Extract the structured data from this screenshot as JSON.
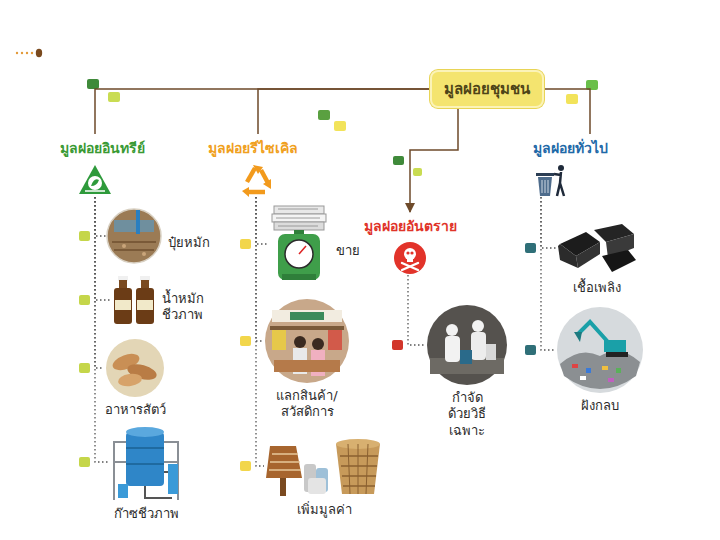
{
  "diagram": {
    "nodes": [
      {
        "text": [
          "มูลฝอยชุมชน"
        ]
      },
      {
        "text": [
          "มูลฝอยอินทรีย์"
        ]
      },
      {
        "text": [
          "มูลฝอยรีไซเคิล"
        ]
      },
      {
        "text": [
          "มูลฝอยอันตราย"
        ]
      },
      {
        "text": [
          "มูลฝอยทั่วไป"
        ]
      },
      {
        "text": [
          "ปุ๋ยหมัก"
        ]
      },
      {
        "text": [
          "น้ำหมัก ชีวภาพ"
        ]
      },
      {
        "text": [
          "อาหารสัตว์"
        ]
      },
      {
        "text": [
          "ก๊าซชีวภาพ"
        ]
      },
      {
        "text": [
          "ขาย"
        ]
      },
      {
        "text": [
          "แลกสินค้า/ สวัสดิการ"
        ]
      },
      {
        "text": [
          "เพิ่มมูลค่า"
        ]
      },
      {
        "text": [
          "กำจัด ด้วยวิธี เฉพาะ"
        ]
      },
      {
        "text": [
          "เชื้อเพลิง"
        ]
      },
      {
        "text": [
          "ฝังกลบ"
        ]
      }
    ],
    "edges": [
      {
        "from": 0,
        "to": 1,
        "arrow": "none"
      },
      {
        "from": 0,
        "to": 2,
        "arrow": "none"
      },
      {
        "from": 0,
        "to": 3,
        "arrow": "to"
      },
      {
        "from": 0,
        "to": 4,
        "arrow": "none"
      },
      {
        "from": 1,
        "to": 5,
        "arrow": "none"
      },
      {
        "from": 1,
        "to": 6,
        "arrow": "none"
      },
      {
        "from": 1,
        "to": 7,
        "arrow": "none"
      },
      {
        "from": 1,
        "to": 8,
        "arrow": "none"
      },
      {
        "from": 2,
        "to": 9,
        "arrow": "none"
      },
      {
        "from": 2,
        "to": 10,
        "arrow": "none"
      },
      {
        "from": 2,
        "to": 11,
        "arrow": "none"
      },
      {
        "from": 3,
        "to": 12,
        "arrow": "none"
      },
      {
        "from": 4,
        "to": 13,
        "arrow": "none"
      },
      {
        "from": 4,
        "to": 14,
        "arrow": "none"
      }
    ]
  }
}
